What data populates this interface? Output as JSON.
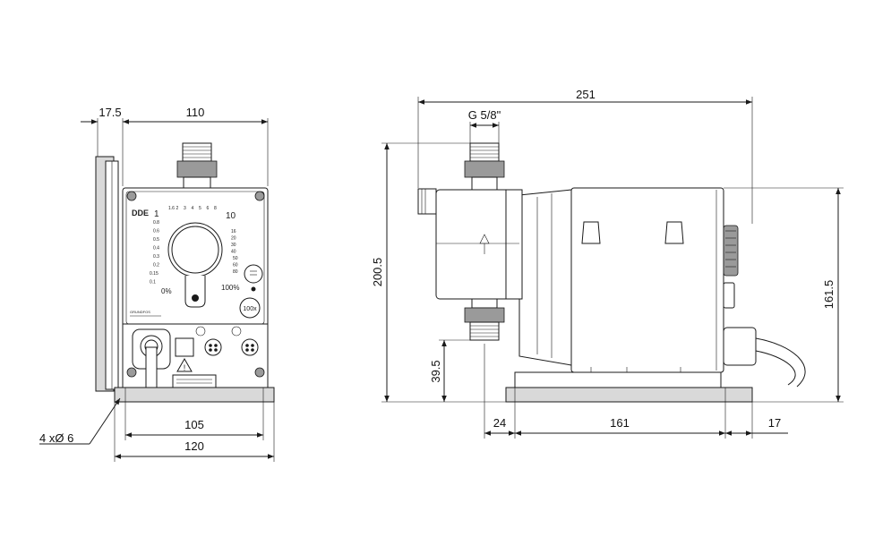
{
  "front_view": {
    "dim_width_top": "110",
    "dim_side_offset": "17.5",
    "dim_base_inner": "105",
    "dim_base_outer": "120",
    "dim_holes": "4 xØ 6",
    "panel": {
      "model": "DDE",
      "scale_top_left": "1",
      "scale_top_right": "10",
      "scale_top_ticks": [
        "1.6",
        "2",
        "3",
        "4",
        "5",
        "6",
        "8"
      ],
      "scale_left_ticks": [
        "0.8",
        "0.6",
        "0.5",
        "0.4",
        "0.3",
        "0.2",
        "0.15",
        "0.1"
      ],
      "scale_right_ticks": [
        "16",
        "20",
        "30",
        "40",
        "50",
        "60",
        "80"
      ],
      "zero_label": "0%",
      "full_label": "100%",
      "button_label": "100x",
      "brand": "GRUNDFOS"
    }
  },
  "side_view": {
    "dim_total_length": "251",
    "dim_thread": "G 5/8\"",
    "dim_total_height": "200.5",
    "dim_right_height": "161.5",
    "dim_outlet_height": "39.5",
    "dim_base_left": "24",
    "dim_base_center": "161",
    "dim_base_right": "17"
  }
}
